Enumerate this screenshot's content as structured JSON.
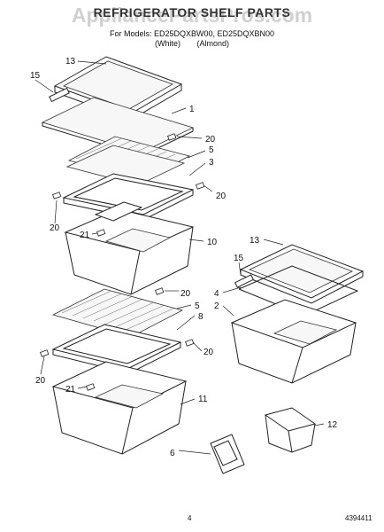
{
  "header": {
    "title": "REFRIGERATOR SHELF PARTS",
    "models": "For Models: ED25DQXBW00, ED25DQXBN00",
    "color_white": "(White)",
    "color_almond": "(Almond)",
    "watermark": "AppliancePartsPros.com"
  },
  "callouts": [
    "1",
    "3",
    "4",
    "2",
    "5",
    "5",
    "6",
    "8",
    "10",
    "11",
    "12",
    "13",
    "13",
    "15",
    "15",
    "20",
    "20",
    "20",
    "20",
    "20",
    "20",
    "21",
    "21"
  ],
  "footer": {
    "page_number": "4",
    "doc_code": "4394411"
  }
}
